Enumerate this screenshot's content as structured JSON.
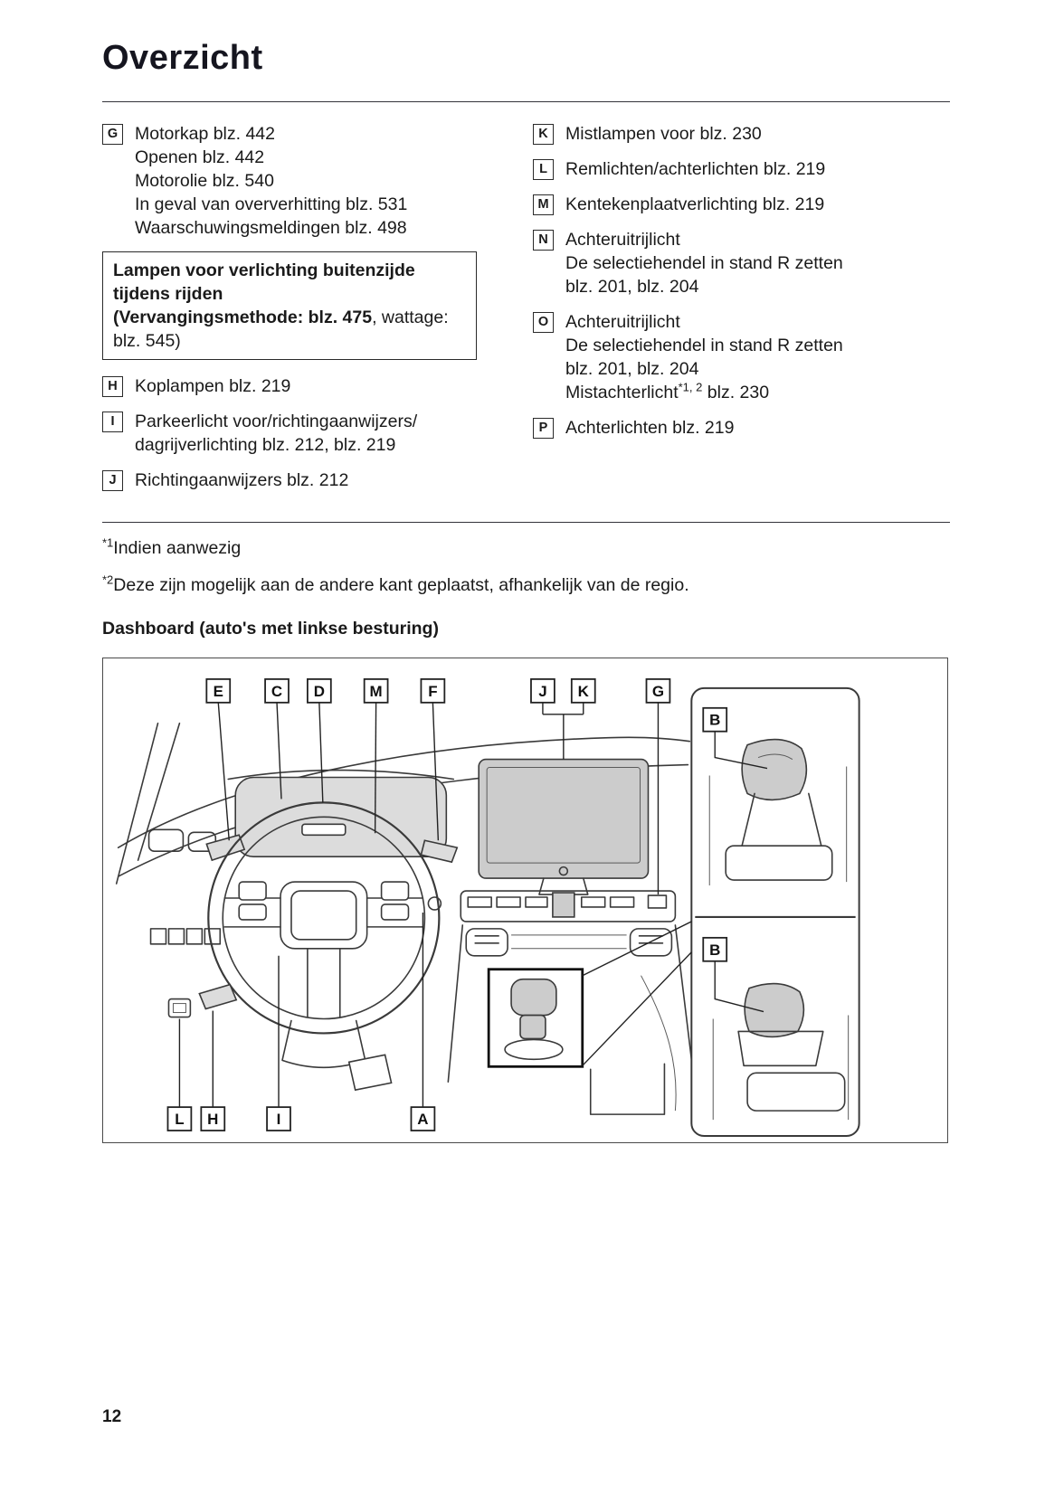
{
  "page": {
    "title": "Overzicht",
    "page_number": "12"
  },
  "legend": {
    "left": [
      {
        "key": "G",
        "lines": [
          "Motorkap blz. 442",
          "Openen blz. 442",
          "Motorolie blz. 540",
          "In geval van oververhitting blz. 531",
          "Waarschuwingsmeldingen blz. 498"
        ]
      },
      {
        "key": "H",
        "lines": [
          "Koplampen blz. 219"
        ]
      },
      {
        "key": "I",
        "lines": [
          "Parkeerlicht voor/richtingaanwijzers/",
          "dagrijverlichting blz. 212, blz. 219"
        ]
      },
      {
        "key": "J",
        "lines": [
          "Richtingaanwijzers blz. 212"
        ]
      }
    ],
    "note_box": {
      "bold_main": "Lampen voor verlichting buitenzijde tijdens rijden",
      "bold_method": "(Vervangingsmethode: blz. 475",
      "normal_tail": ", wattage: blz. 545)"
    },
    "right": [
      {
        "key": "K",
        "lines": [
          "Mistlampen voor blz. 230"
        ]
      },
      {
        "key": "L",
        "lines": [
          "Remlichten/achterlichten blz. 219"
        ]
      },
      {
        "key": "M",
        "lines": [
          "Kentekenplaatverlichting blz. 219"
        ]
      },
      {
        "key": "N",
        "lines": [
          "Achteruitrijlicht",
          "De selectiehendel in stand R zetten",
          "blz. 201, blz. 204"
        ]
      },
      {
        "key": "O",
        "lines": [
          "Achteruitrijlicht",
          "De selectiehendel in stand R zetten",
          "blz. 201, blz. 204"
        ],
        "sup_line": {
          "pre": "Mistachterlicht",
          "sup": "*1, 2",
          "post": " blz. 230"
        }
      },
      {
        "key": "P",
        "lines": [
          "Achterlichten blz. 219"
        ]
      }
    ]
  },
  "footnotes": [
    {
      "sup": "*1",
      "text": "Indien aanwezig"
    },
    {
      "sup": "*2",
      "text": "Deze zijn mogelijk aan de andere kant geplaatst, afhankelijk van de regio."
    }
  ],
  "diagram": {
    "heading": "Dashboard (auto's met linkse besturing)",
    "callouts": {
      "top": [
        "E",
        "C",
        "D",
        "M",
        "F",
        "J",
        "K",
        "G"
      ],
      "right": [
        "B",
        "B"
      ],
      "bottom": [
        "L",
        "H",
        "I",
        "A"
      ]
    }
  }
}
